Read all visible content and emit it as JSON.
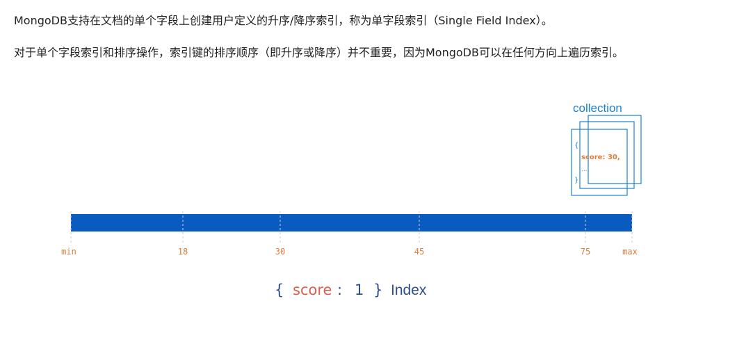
{
  "paragraphs": [
    "MongoDB支持在文档的单个字段上创建用户定义的升序/降序索引，称为单字段索引（Single Field Index）。",
    "对于单个字段索引和排序操作，索引键的排序顺序（即升序或降序）并不重要，因为MongoDB可以在任何方向上遍历索引。"
  ],
  "diagram": {
    "collection_title": "collection",
    "document": {
      "open_brace": "{",
      "field_line": "score: 30,",
      "ellipsis": "...",
      "close_brace": "}"
    },
    "axis_ticks": [
      "min",
      "18",
      "30",
      "45",
      "75",
      "max"
    ],
    "index_label": {
      "open": "{",
      "key": "score",
      "colon": ":",
      "value": "1",
      "close": "}",
      "word": "Index"
    },
    "colors": {
      "bar": "#0a5bbf",
      "collection_blue": "#1a7fd0",
      "tick_orange": "#e07b39",
      "index_text_blue": "#2d4f8a",
      "index_key": "#d8604f",
      "text": "#222222"
    }
  }
}
